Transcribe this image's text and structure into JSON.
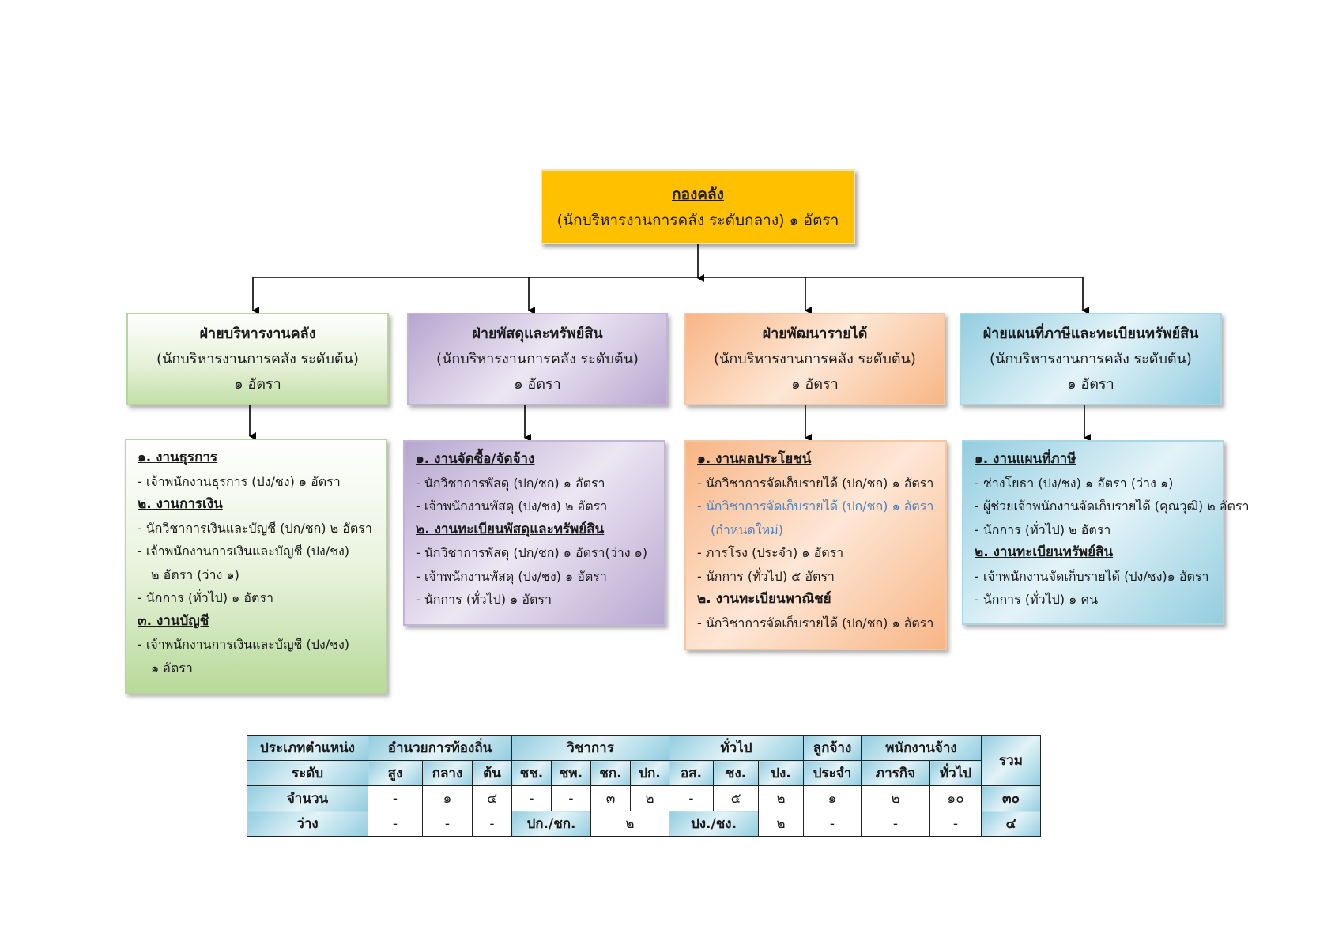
{
  "root": {
    "title": "กองคลัง",
    "subtitle": "(นักบริหารงานการคลัง ระดับกลาง) ๑ อัตรา"
  },
  "divisions": [
    {
      "title": "ฝ่ายบริหารงานคลัง",
      "line2": "(นักบริหารงานการคลัง ระดับต้น)",
      "line3": "๑ อัตรา",
      "sub": [
        {
          "type": "h",
          "text": "๑. งานธุรการ"
        },
        {
          "type": "i",
          "text": "- เจ้าพนักงานธุรการ (ปง/ชง) ๑ อัตรา"
        },
        {
          "type": "h",
          "text": "๒. งานการเงิน"
        },
        {
          "type": "i",
          "text": "- นักวิชาการเงินและบัญชี (ปก/ชก) ๒ อัตรา"
        },
        {
          "type": "i",
          "text": "- เจ้าพนักงานการเงินและบัญชี  (ปง/ชง)"
        },
        {
          "type": "i2",
          "text": "๒ อัตรา (ว่าง ๑)"
        },
        {
          "type": "i",
          "text": "- นักการ (ทั่วไป) ๑ อัตรา"
        },
        {
          "type": "h",
          "text": "๓. งานบัญชี"
        },
        {
          "type": "i",
          "text": "- เจ้าพนักงานการเงินและบัญชี  (ปง/ชง)"
        },
        {
          "type": "i2",
          "text": "๑ อัตรา"
        }
      ]
    },
    {
      "title": "ฝ่ายพัสดุและทรัพย์สิน",
      "line2": "(นักบริหารงานการคลัง ระดับต้น)",
      "line3": "๑ อัตรา",
      "sub": [
        {
          "type": "h",
          "text": "๑. งานจัดซื้อ/จัดจ้าง"
        },
        {
          "type": "i",
          "text": "- นักวิชาการพัสดุ (ปก/ชก) ๑ อัตรา"
        },
        {
          "type": "i",
          "text": "- เจ้าพนักงานพัสดุ (ปง/ชง) ๒ อัตรา"
        },
        {
          "type": "h",
          "text": "๒. งานทะเบียนพัสดุและทรัพย์สิน"
        },
        {
          "type": "i",
          "text": "- นักวิชาการพัสดุ (ปก/ชก) ๑ อัตรา(ว่าง ๑)"
        },
        {
          "type": "i",
          "text": "- เจ้าพนักงานพัสดุ (ปง/ชง) ๑ อัตรา"
        },
        {
          "type": "i",
          "text": "- นักการ (ทั่วไป) ๑ อัตรา"
        }
      ]
    },
    {
      "title": "ฝ่ายพัฒนารายได้",
      "line2": "(นักบริหารงานการคลัง ระดับต้น)",
      "line3": "๑ อัตรา",
      "sub": [
        {
          "type": "h",
          "text": "๑. งานผลประโยชน์"
        },
        {
          "type": "i",
          "text": "- นักวิชาการจัดเก็บรายได้ (ปก/ชก) ๑ อัตรา"
        },
        {
          "type": "ib",
          "text": "- นักวิชาการจัดเก็บรายได้ (ปก/ชก) ๑ อัตรา"
        },
        {
          "type": "i2b",
          "text": "(กำหนดใหม่)"
        },
        {
          "type": "i",
          "text": "- ภารโรง (ประจำ) ๑ อัตรา"
        },
        {
          "type": "i",
          "text": "- นักการ (ทั่วไป) ๕ อัตรา"
        },
        {
          "type": "h",
          "text": "๒. งานทะเบียนพาณิชย์"
        },
        {
          "type": "i",
          "text": "- นักวิชาการจัดเก็บรายได้ (ปก/ชก) ๑ อัตรา"
        }
      ]
    },
    {
      "title": "ฝ่ายแผนที่ภาษีและทะเบียนทรัพย์สิน",
      "line2": "(นักบริหารงานการคลัง ระดับต้น)",
      "line3": "๑ อัตรา",
      "sub": [
        {
          "type": "h",
          "text": "๑. งานแผนที่ภาษี"
        },
        {
          "type": "i",
          "text": "- ช่างโยธา (ปง/ชง) ๑ อัตรา (ว่าง ๑)"
        },
        {
          "type": "i",
          "text": "- ผู้ช่วยเจ้าพนักงานจัดเก็บรายได้ (คุณวุฒิ) ๒ อัตรา"
        },
        {
          "type": "i",
          "text": "- นักการ (ทั่วไป) ๒ อัตรา"
        },
        {
          "type": "h",
          "text": "๒. งานทะเบียนทรัพย์สิน"
        },
        {
          "type": "i",
          "text": "- เจ้าพนักงานจัดเก็บรายได้ (ปง/ชง)๑ อัตรา"
        },
        {
          "type": "i",
          "text": "- นักการ (ทั่วไป) ๑ คน"
        }
      ]
    }
  ],
  "table": {
    "row1": [
      "ประเภทตำแหน่ง",
      "อำนวยการท้องถิ่น",
      "วิชาการ",
      "ทั่วไป",
      "ลูกจ้าง",
      "พนักงานจ้าง",
      "รวม"
    ],
    "row2": [
      "ระดับ",
      "สูง",
      "กลาง",
      "ต้น",
      "ชช.",
      "ชพ.",
      "ชก.",
      "ปก.",
      "อส.",
      "ชง.",
      "ปง.",
      "ประจำ",
      "ภารกิจ",
      "ทั่วไป"
    ],
    "row3": [
      "จำนวน",
      "-",
      "๑",
      "๔",
      "-",
      "-",
      "๓",
      "๒",
      "-",
      "๕",
      "๒",
      "๑",
      "๒",
      "๑๐",
      "๓๐"
    ],
    "row4": [
      "ว่าง",
      "-",
      "-",
      "-",
      "ปก./ชก.",
      "๒",
      "ปง./ชง.",
      "๒",
      "-",
      "-",
      "-",
      "๔"
    ]
  }
}
